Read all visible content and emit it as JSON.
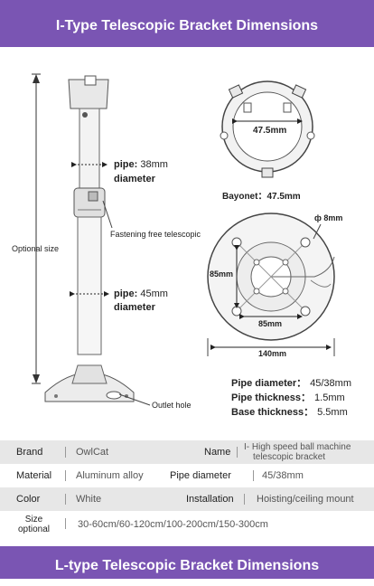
{
  "header": {
    "title": "I-Type Telescopic Bracket Dimensions"
  },
  "footer": {
    "title": "L-type  Telescopic Bracket Dimensions"
  },
  "diagram": {
    "pipe_upper": "38mm",
    "pipe_lower": "45mm",
    "pipe_word": "pipe:",
    "diameter_word": "diameter",
    "fastening": "Fastening free telescopic",
    "optional_size": "Optional size",
    "outlet_hole": "Outlet hole",
    "bayonet_inner": "47.5mm",
    "bayonet_caption": "Bayonet：47.5mm",
    "hole_diameter": "8mm",
    "hole_symbol": "ф",
    "base_v": "85mm",
    "base_h": "85mm",
    "base_total": "140mm"
  },
  "spec_summary": [
    {
      "label": "Pipe diameter",
      "value": "45/38mm"
    },
    {
      "label": "Pipe thickness",
      "value": "1.5mm"
    },
    {
      "label": "Base thickness",
      "value": "5.5mm"
    }
  ],
  "table": {
    "brand_label": "Brand",
    "brand_value": "OwlCat",
    "name_label": "Name",
    "name_value_1": "I- High speed ball machine",
    "name_value_2": "telescopic bracket",
    "material_label": "Material",
    "material_value": "Aluminum alloy",
    "pipe_label": "Pipe diameter",
    "pipe_value": "45/38mm",
    "color_label": "Color",
    "color_value": "White",
    "install_label": "Installation",
    "install_value": "Hoisting/ceiling mount",
    "size_label_1": "Size",
    "size_label_2": "optional",
    "size_value": "30-60cm/60-120cm/100-200cm/150-300cm"
  },
  "colors": {
    "banner": "#7a55b3",
    "shade": "#e7e7e7"
  }
}
